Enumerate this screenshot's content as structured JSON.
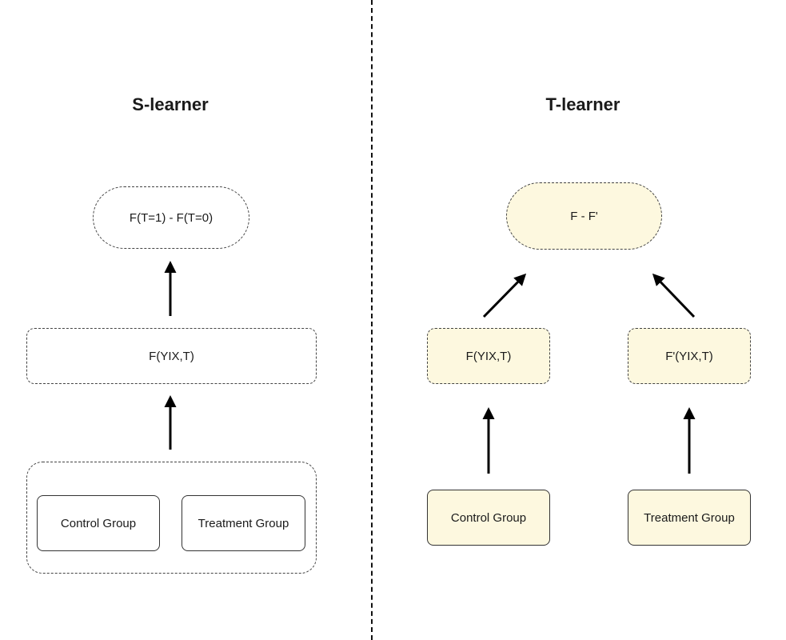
{
  "s_learner": {
    "title": "S-learner",
    "output": "F(T=1) - F(T=0)",
    "model": "F(YIX,T)",
    "control": "Control Group",
    "treatment": "Treatment Group"
  },
  "t_learner": {
    "title": "T-learner",
    "output": "F - F'",
    "model_control": "F(YIX,T)",
    "model_treatment": "F'(YIX,T)",
    "control": "Control Group",
    "treatment": "Treatment Group"
  },
  "colors": {
    "t_learner_fill": "#fdf8df"
  }
}
